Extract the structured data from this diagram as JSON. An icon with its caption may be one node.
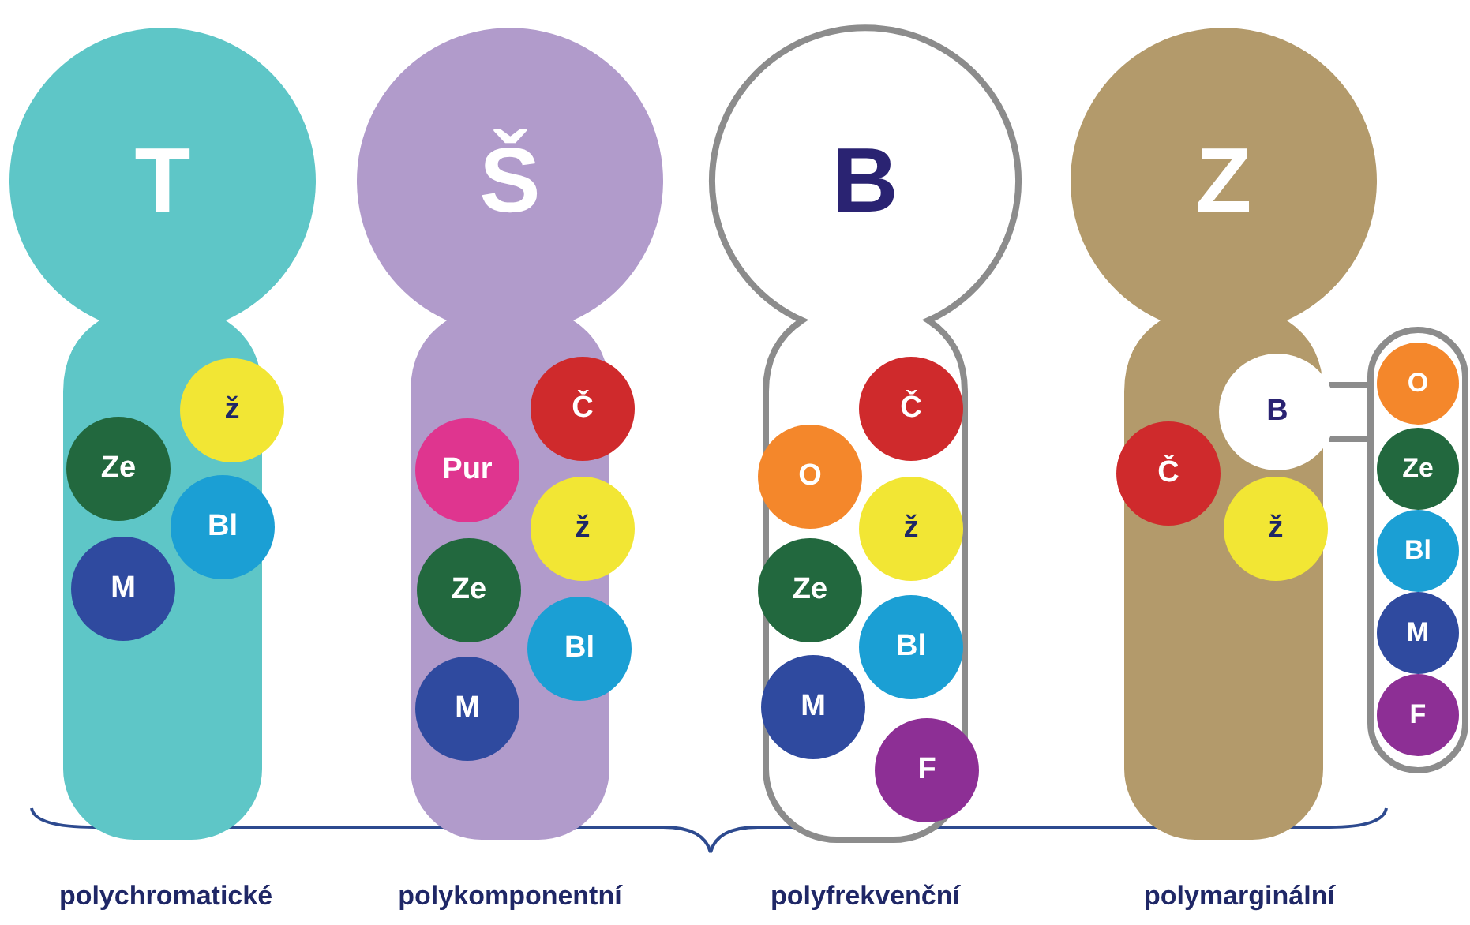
{
  "diagram": {
    "nodes": [
      {
        "text": [
          "T"
        ]
      },
      {
        "text": [
          "ž"
        ],
        "in": 0
      },
      {
        "text": [
          "Ze"
        ],
        "in": 0
      },
      {
        "text": [
          "Bl"
        ],
        "in": 0
      },
      {
        "text": [
          "M"
        ],
        "in": 0
      },
      {
        "text": [
          "Š"
        ]
      },
      {
        "text": [
          "Č"
        ],
        "in": 5
      },
      {
        "text": [
          "Pur"
        ],
        "in": 5
      },
      {
        "text": [
          "ž"
        ],
        "in": 5
      },
      {
        "text": [
          "Ze"
        ],
        "in": 5
      },
      {
        "text": [
          "Bl"
        ],
        "in": 5
      },
      {
        "text": [
          "M"
        ],
        "in": 5
      },
      {
        "text": [
          "B"
        ]
      },
      {
        "text": [
          "Č"
        ],
        "in": 12
      },
      {
        "text": [
          "O"
        ],
        "in": 12
      },
      {
        "text": [
          "ž"
        ],
        "in": 12
      },
      {
        "text": [
          "Ze"
        ],
        "in": 12
      },
      {
        "text": [
          "Bl"
        ],
        "in": 12
      },
      {
        "text": [
          "M"
        ],
        "in": 12
      },
      {
        "text": [
          "F"
        ],
        "in": 12
      },
      {
        "text": [
          "Z"
        ]
      },
      {
        "text": [
          "B"
        ],
        "in": 20
      },
      {
        "text": [
          "Č"
        ],
        "in": 20
      },
      {
        "text": [
          "ž"
        ],
        "in": 20
      },
      {
        "text": [],
        "shape": "box"
      },
      {
        "text": [
          "O"
        ],
        "in": 24
      },
      {
        "text": [
          "Ze"
        ],
        "in": 24
      },
      {
        "text": [
          "Bl"
        ],
        "in": 24
      },
      {
        "text": [
          "M"
        ],
        "in": 24
      },
      {
        "text": [
          "F"
        ],
        "in": 24
      }
    ],
    "edges": [
      {
        "from": 21,
        "to": 24,
        "arrow": "none"
      }
    ],
    "labels": [
      "polychromatické",
      "polykomponentní",
      "polyfrekvenční",
      "polymarginální"
    ]
  }
}
